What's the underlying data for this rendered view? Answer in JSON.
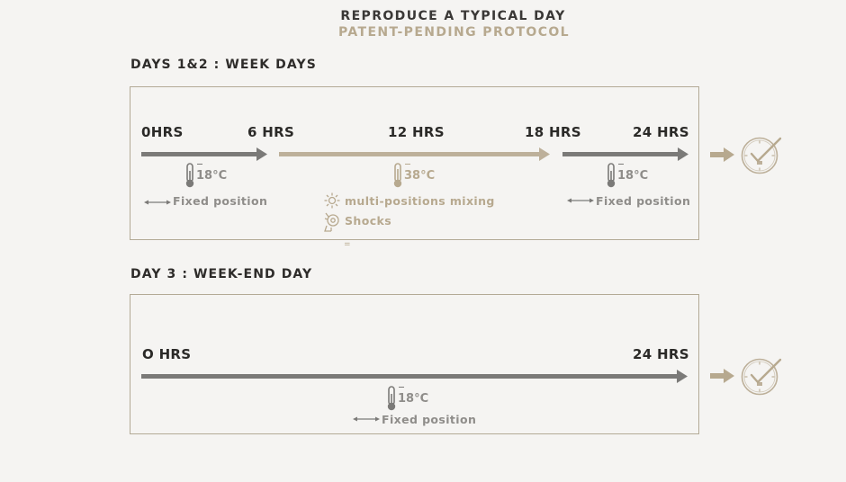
{
  "header": {
    "title": "REPRODUCE A TYPICAL DAY",
    "subtitle": "PATENT-PENDING PROTOCOL"
  },
  "colors": {
    "gray": "#7b7a78",
    "gold": "#b7a98f",
    "dark": "#2b2a28"
  },
  "section1": {
    "title": "DAYS 1&2 : WEEK DAYS",
    "hours": [
      "0HRS",
      "6 HRS",
      "12 HRS",
      "18 HRS",
      "24 HRS"
    ],
    "phases": [
      {
        "temp": "18°C",
        "label": "Fixed position",
        "icon": "double-arrow-icon",
        "color": "gray"
      },
      {
        "temp": "38°C",
        "label": "multi-positions mixing",
        "label2": "Shocks",
        "icon": "sun-icon",
        "icon2": "shock-icon",
        "color": "gold"
      },
      {
        "temp": "18°C",
        "label": "Fixed position",
        "icon": "double-arrow-icon",
        "color": "gray"
      }
    ],
    "mark": "="
  },
  "section2": {
    "title": "DAY 3 : WEEK-END DAY",
    "hours": [
      "O HRS",
      "24 HRS"
    ],
    "phase": {
      "temp": "18°C",
      "label": "Fixed position",
      "icon": "double-arrow-icon",
      "color": "gray"
    }
  }
}
